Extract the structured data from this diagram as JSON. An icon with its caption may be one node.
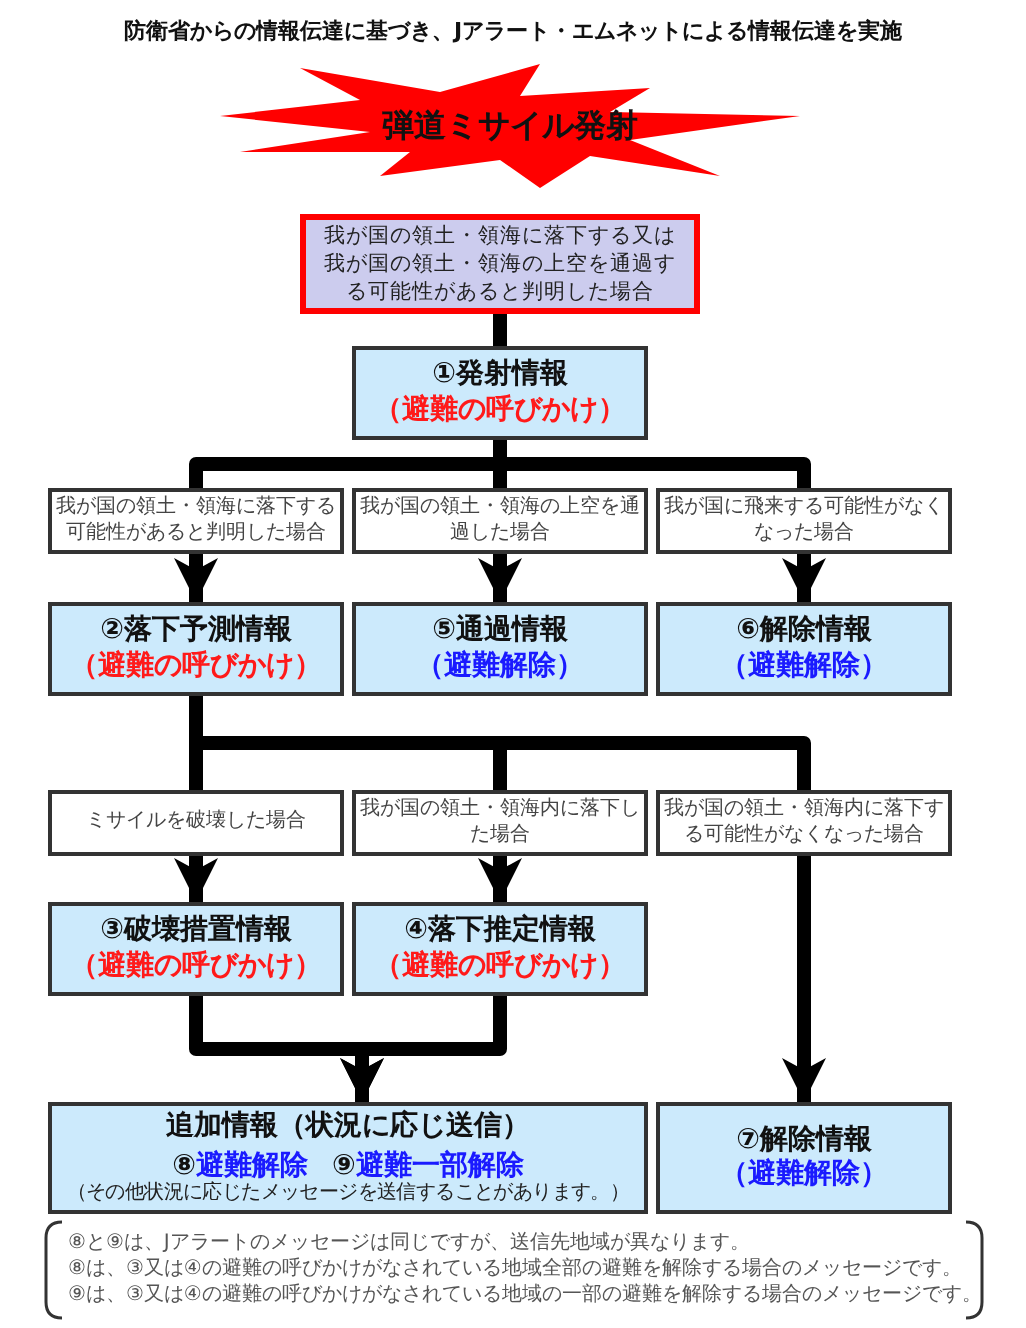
{
  "diagram": {
    "title": "防衛省からの情報伝達に基づき、Jアラート・エムネットによる情報伝達を実施",
    "nodes": [
      {
        "text": [
          "弾道ミサイル発射"
        ]
      },
      {
        "text": [
          "我が国の領土・領海に落下する又は我が国の領土・領海の上空を通過する可能性があると判明した場合"
        ]
      },
      {
        "text": [
          "①発射情報",
          "（避難の呼びかけ）"
        ]
      },
      {
        "text": [
          "我が国の領土・領海に落下する可能性があると判明した場合"
        ]
      },
      {
        "text": [
          "我が国の領土・領海の上空を通過した場合"
        ]
      },
      {
        "text": [
          "我が国に飛来する可能性がなくなった場合"
        ]
      },
      {
        "text": [
          "②落下予測情報",
          "（避難の呼びかけ）"
        ]
      },
      {
        "text": [
          "⑤通過情報",
          "（避難解除）"
        ]
      },
      {
        "text": [
          "⑥解除情報",
          "（避難解除）"
        ]
      },
      {
        "text": [
          "ミサイルを破壊した場合"
        ]
      },
      {
        "text": [
          "我が国の領土・領海内に落下した場合"
        ]
      },
      {
        "text": [
          "我が国の領土・領海内に落下する可能性がなくなった場合"
        ]
      },
      {
        "text": [
          "③破壊措置情報",
          "（避難の呼びかけ）"
        ]
      },
      {
        "text": [
          "④落下推定情報",
          "（避難の呼びかけ）"
        ]
      },
      {
        "text": [
          "追加情報（状況に応じ送信）",
          "⑧避難解除",
          "⑨避難一部解除",
          "（その他状況に応じたメッセージを送信することがあります。）"
        ]
      },
      {
        "text": [
          "⑦解除情報",
          "（避難解除）"
        ]
      }
    ],
    "edges": [
      {
        "from": 1,
        "to": 2,
        "arrow": "none"
      },
      {
        "from": 2,
        "to": 3,
        "arrow": "none"
      },
      {
        "from": 2,
        "to": 4,
        "arrow": "none"
      },
      {
        "from": 2,
        "to": 5,
        "arrow": "none"
      },
      {
        "from": 3,
        "to": 6,
        "arrow": "to"
      },
      {
        "from": 4,
        "to": 7,
        "arrow": "to"
      },
      {
        "from": 5,
        "to": 8,
        "arrow": "to"
      },
      {
        "from": 6,
        "to": 9,
        "arrow": "none"
      },
      {
        "from": 6,
        "to": 10,
        "arrow": "none"
      },
      {
        "from": 6,
        "to": 11,
        "arrow": "none"
      },
      {
        "from": 9,
        "to": 12,
        "arrow": "to"
      },
      {
        "from": 10,
        "to": 13,
        "arrow": "to"
      },
      {
        "from": 11,
        "to": 15,
        "arrow": "to"
      },
      {
        "from": 12,
        "to": 14,
        "arrow": "to"
      },
      {
        "from": 13,
        "to": 14,
        "arrow": "to"
      }
    ],
    "labels": [
      "⑧と⑨は、Jアラートのメッセージは同じですが、送信先地域が異なります。",
      "⑧は、③又は④の避難の呼びかけがなされている地域全部の避難を解除する場合のメッセージです。",
      "⑨は、③又は④の避難の呼びかけがなされている地域の一部の避難を解除する場合のメッセージです。"
    ]
  }
}
